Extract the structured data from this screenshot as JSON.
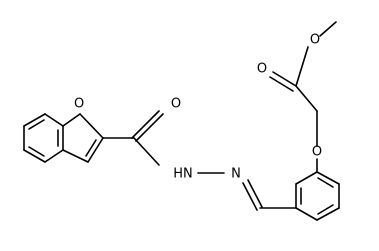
{
  "molecule": {
    "atoms": {
      "ring_oxygen": "O",
      "amide_oxygen": "O",
      "hydrazide_nh": "HN",
      "imine_n": "N",
      "ether_oxygen": "O",
      "ester_carbonyl_oxygen": "O",
      "ester_oxygen": "O"
    }
  }
}
